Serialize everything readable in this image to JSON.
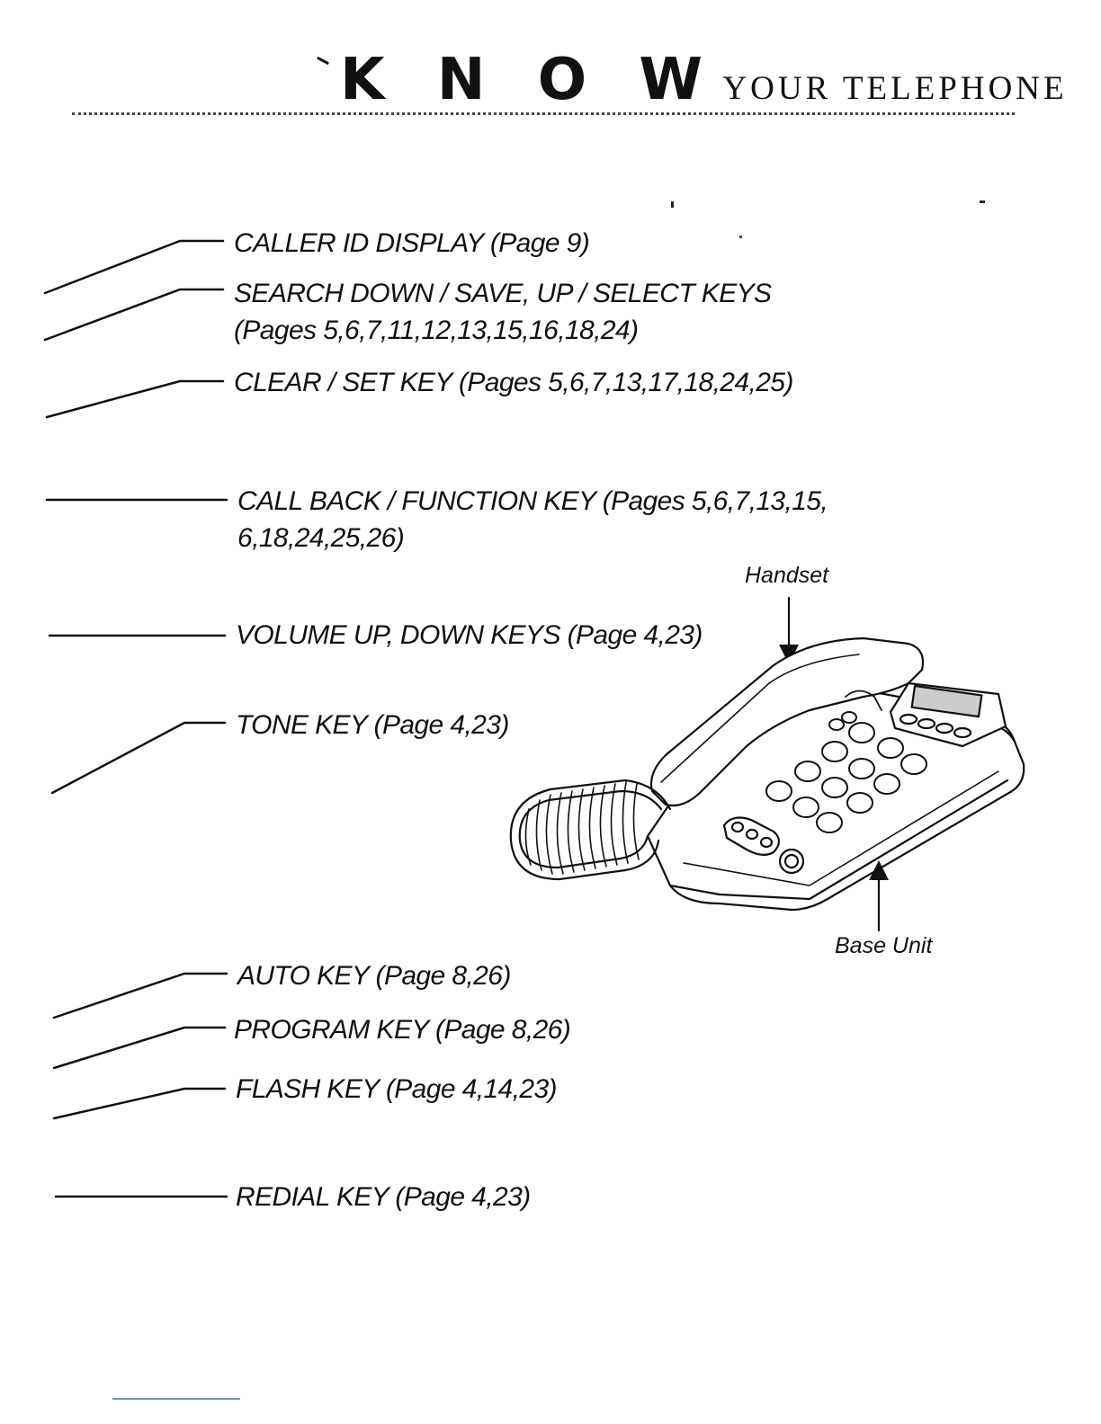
{
  "header": {
    "title_emphasis": "K N O W",
    "title_rest": "YOUR TELEPHONE"
  },
  "callouts": [
    {
      "line1": "CALLER ID DISPLAY (Page 9)"
    },
    {
      "line1": "SEARCH DOWN / SAVE, UP / SELECT KEYS",
      "line2": "(Pages 5,6,7,11,12,13,15,16,18,24)"
    },
    {
      "line1": "CLEAR / SET KEY (Pages 5,6,7,13,17,18,24,25)"
    },
    {
      "line1": "CALL BACK / FUNCTION KEY (Pages 5,6,7,13,15,",
      "line2": "6,18,24,25,26)"
    },
    {
      "line1": "VOLUME UP, DOWN KEYS (Page 4,23)"
    },
    {
      "line1": "TONE KEY (Page 4,23)"
    },
    {
      "line1": "AUTO KEY (Page 8,26)"
    },
    {
      "line1": "PROGRAM KEY (Page 8,26)"
    },
    {
      "line1": "FLASH KEY (Page 4,14,23)"
    },
    {
      "line1": "REDIAL KEY (Page 4,23)"
    }
  ],
  "illustration": {
    "handset_label": "Handset",
    "base_label": "Base Unit"
  }
}
